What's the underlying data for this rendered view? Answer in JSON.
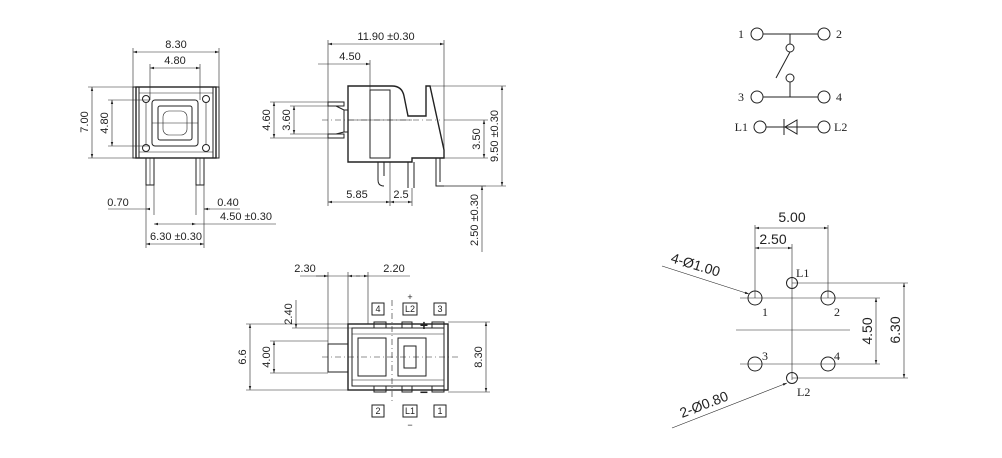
{
  "front_view": {
    "width_outer": "8.30",
    "width_inner": "4.80",
    "height_outer": "7.00",
    "height_inner": "4.80",
    "pin_offset": "0.70",
    "pin_width": "0.40",
    "pin_span_small": "4.50 ±0.30",
    "pin_span_large": "6.30 ±0.30"
  },
  "side_view": {
    "length": "11.90 ±0.30",
    "nose": "4.50",
    "h_left_outer": "4.60",
    "h_left_inner": "3.60",
    "h_right_small": "3.50",
    "h_right_large": "9.50 ±0.30",
    "base": "5.85",
    "pin_gap": "2.5",
    "pin_length": "2.50 ±0.30"
  },
  "bottom_view": {
    "left_off": "2.30",
    "right_off": "2.20",
    "top_off": "2.40",
    "height_left": "6.6",
    "height_inner": "4.00",
    "height_right": "8.30",
    "plus_sign": "+",
    "minus_sign": "−",
    "pins": [
      "4",
      "L2",
      "3",
      "2",
      "L1",
      "1"
    ],
    "pin_mark_top": "+",
    "pin_mark_bottom": "−"
  },
  "schematic": {
    "n1": "1",
    "n2": "2",
    "n3": "3",
    "n4": "4",
    "l1": "L1",
    "l2": "L2"
  },
  "footprint": {
    "span_outer": "5.00",
    "span_inner": "2.50",
    "row_gap": "4.50",
    "total_height": "6.30",
    "hole_large": "4-Ø1.00",
    "hole_small": "2-Ø0.80",
    "p1": "1",
    "p2": "2",
    "p3": "3",
    "p4": "4",
    "pl1": "L1",
    "pl2": "L2"
  }
}
